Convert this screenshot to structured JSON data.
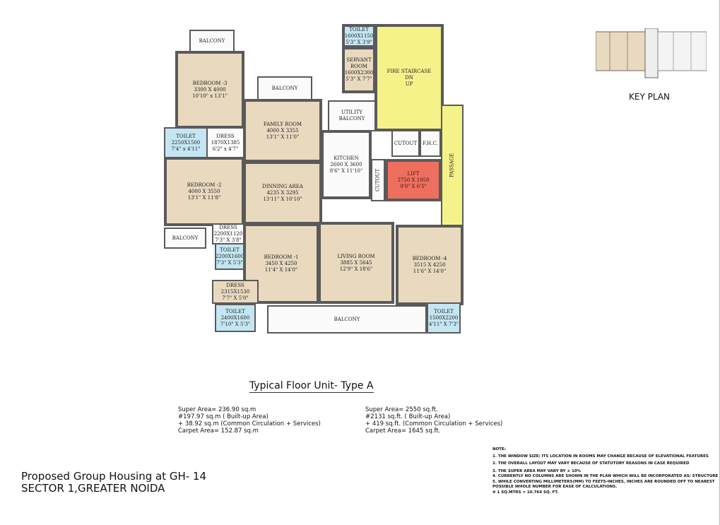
{
  "plan": {
    "rooms": [
      {
        "id": "balcony-top-left",
        "name": "BALCONY",
        "dims": "",
        "imp": ""
      },
      {
        "id": "bedroom-3",
        "name": "BEDROOM -3",
        "dims": "3300 X 4000",
        "imp": "10'10\" x 13'1\""
      },
      {
        "id": "toilet-bed3",
        "name": "TOILET",
        "dims": "2250X1500",
        "imp": "7'4\" x 4'11\""
      },
      {
        "id": "dress-bed3",
        "name": "DRESS",
        "dims": "1870X1385",
        "imp": "6'2\" x 4'7\""
      },
      {
        "id": "bedroom-2",
        "name": "BEDROOM -2",
        "dims": "4000 X 3550",
        "imp": "13'1\" X 11'8\""
      },
      {
        "id": "balcony-left",
        "name": "BALCONY",
        "dims": "",
        "imp": ""
      },
      {
        "id": "balcony-family",
        "name": "BALCONY",
        "dims": "",
        "imp": ""
      },
      {
        "id": "family-room",
        "name": "FAMILY ROOM",
        "dims": "4000 X 3355",
        "imp": "13'1\" X 11'0\""
      },
      {
        "id": "dining-area",
        "name": "DINNING AREA",
        "dims": "4235 X 3295",
        "imp": "13'11\" X 10'10\""
      },
      {
        "id": "toilet-servant",
        "name": "TOILET",
        "dims": "1600X1150",
        "imp": "5'3\" X 3'9\""
      },
      {
        "id": "servant-room",
        "name": "SERVANT ROOM",
        "dims": "1600X2300",
        "imp": "5'3\" X 7'7\""
      },
      {
        "id": "utility-balcony",
        "name": "UTILITY BALCONY",
        "dims": "",
        "imp": ""
      },
      {
        "id": "fire-staircase",
        "name": "FIRE STAIRCASE",
        "dims": "DN",
        "imp": "UP"
      },
      {
        "id": "passage",
        "name": "PASSAGE",
        "dims": "",
        "imp": ""
      },
      {
        "id": "kitchen",
        "name": "KITCHEN",
        "dims": "2600 X 3600",
        "imp": "8'6\" X 11'10\""
      },
      {
        "id": "cutout-1",
        "name": "CUTOUT",
        "dims": "",
        "imp": ""
      },
      {
        "id": "cutout-2",
        "name": "CUTOUT",
        "dims": "",
        "imp": ""
      },
      {
        "id": "fhc",
        "name": "F.H.C.",
        "dims": "",
        "imp": ""
      },
      {
        "id": "lift",
        "name": "LIFT",
        "dims": "2750 X 1950",
        "imp": "9'0\" X 6'5\""
      },
      {
        "id": "dress-bed2",
        "name": "DRESS",
        "dims": "2200X1120",
        "imp": "7'3\" X 3'8\""
      },
      {
        "id": "toilet-bed2",
        "name": "TOILET",
        "dims": "2200X1600",
        "imp": "7'3\" X 5'3\""
      },
      {
        "id": "bedroom-1",
        "name": "BEDROOM -1",
        "dims": "3450 X 4250",
        "imp": "11'4\" X 14'0\""
      },
      {
        "id": "dress-bed1",
        "name": "DRESS",
        "dims": "2315X1530",
        "imp": "7'7\" X 5'0\""
      },
      {
        "id": "toilet-bed1",
        "name": "TOILET",
        "dims": "2400X1600",
        "imp": "7'10\" X 5'3\""
      },
      {
        "id": "living-room",
        "name": "LIVING ROOM",
        "dims": "3885 X 5645",
        "imp": "12'9\" X 18'6\""
      },
      {
        "id": "bedroom-4",
        "name": "BEDROOM -4",
        "dims": "3515 X 4250",
        "imp": "11'6\" X 14'0\""
      },
      {
        "id": "balcony-bottom",
        "name": "BALCONY",
        "dims": "",
        "imp": ""
      },
      {
        "id": "toilet-bed4",
        "name": "TOILET",
        "dims": "1500X2200",
        "imp": "4'11\" X 7'3\""
      }
    ],
    "colors": {
      "room": "#e9d9bf",
      "toilet": "#c4e6f2",
      "staircase": "#f6f28a",
      "lift": "#ef6f5e",
      "wall": "#5a5a5a"
    }
  },
  "key_plan": {
    "label": "KEY PLAN"
  },
  "title": "Typical Floor Unit- Type A",
  "areas_metric": [
    "Super Area= 236.90 sq.m",
    "#197.97 sq.m ( Built-up Area)",
    "+ 38.92 sq.m (Common Circulation + Services)",
    "Carpet Area= 152.87 sq.m"
  ],
  "areas_imperial": [
    "Super Area= 2550 sq.ft.",
    "#2131 sq.ft. ( Built-up Area)",
    "+ 419 sq.ft. (Common Circulation + Services)",
    "Carpet Area= 1645 sq.ft."
  ],
  "notes": {
    "heading": "NOTE:",
    "items": [
      "1. THE WINDOW SIZE/ ITS LOCATION IN ROOMS MAY CHANGE BECAUSE OF ELEVATIONAL FEATURES",
      "2. THE OVERALL LAYOUT MAY VARY BECAUSE OF STATUTORY REASONS IN CASE REQUIRED",
      "3. THE SUPER AREA MAY VARY BY ± 10%",
      "4. CURRENTLY NO COLUMNS ARE SHOWN IN THE PLAN WHICH WILL BE INCORPORATED AS/ STRUCTURE",
      "5. WHILE CONVERTING MILLIMETERS(MM) TO FEETS-INCHES, INCHES ARE ROUNDED OFF TO NEAREST POSSIBLE WHOLE NUMBER FOR EASE OF CALCULATIONS.",
      "# 1 SQ.MTRS = 10.764 SQ. FT."
    ]
  },
  "project": {
    "line1": "Proposed Group Housing at GH- 14",
    "line2": "SECTOR 1,GREATER NOIDA"
  }
}
